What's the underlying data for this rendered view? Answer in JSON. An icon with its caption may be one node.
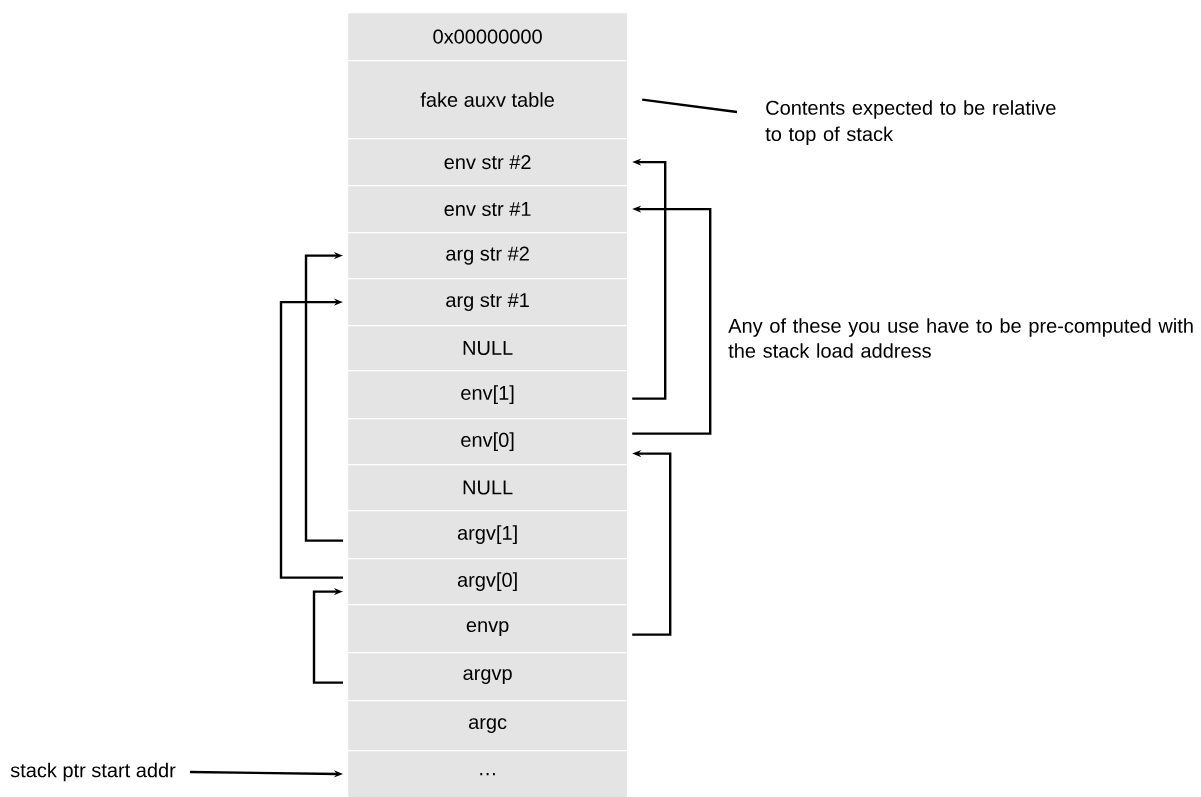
{
  "diagram": {
    "nodes": [
      {
        "text": [
          "0x00000000"
        ]
      },
      {
        "text": [
          "fake auxv table"
        ]
      },
      {
        "text": [
          "env str #2"
        ]
      },
      {
        "text": [
          "env str #1"
        ]
      },
      {
        "text": [
          "arg str #2"
        ]
      },
      {
        "text": [
          "arg str #1"
        ]
      },
      {
        "text": [
          "NULL"
        ]
      },
      {
        "text": [
          "env[1]"
        ]
      },
      {
        "text": [
          "env[0]"
        ]
      },
      {
        "text": [
          "NULL"
        ]
      },
      {
        "text": [
          "argv[1]"
        ]
      },
      {
        "text": [
          "argv[0]"
        ]
      },
      {
        "text": [
          "envp"
        ]
      },
      {
        "text": [
          "argvp"
        ]
      },
      {
        "text": [
          "argc"
        ]
      },
      {
        "text": [
          "…"
        ]
      },
      {
        "text": [
          "Contents expected to be relative to top of stack"
        ]
      },
      {
        "text": [
          "stack ptr start addr"
        ]
      }
    ],
    "edges": [
      {
        "from": 7,
        "to": 2,
        "arrow": "to"
      },
      {
        "from": 8,
        "to": 3,
        "arrow": "to"
      },
      {
        "from": 12,
        "to": 8,
        "arrow": "to"
      },
      {
        "from": 10,
        "to": 4,
        "arrow": "to"
      },
      {
        "from": 11,
        "to": 5,
        "arrow": "to"
      },
      {
        "from": 13,
        "to": 11,
        "arrow": "to"
      },
      {
        "from": 1,
        "to": 16,
        "arrow": "none"
      },
      {
        "from": 17,
        "to": 15,
        "arrow": "to"
      }
    ],
    "labels": [
      "Any of these you use have to be pre-computed  with the stack load address"
    ]
  }
}
